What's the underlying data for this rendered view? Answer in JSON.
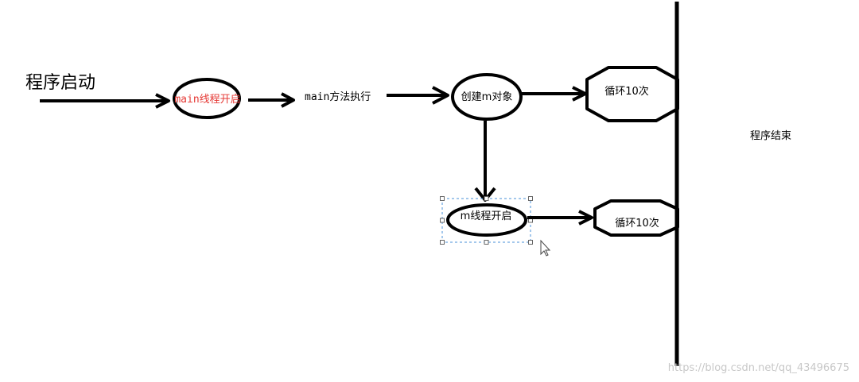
{
  "diagram": {
    "title": "程序启动",
    "main_thread_start": "main线程开启",
    "main_method_exec": "main方法执行",
    "create_m_object": "创建m对象",
    "loop_top": "循环10次",
    "m_thread_start": "m线程开启",
    "loop_bottom": "循环10次",
    "program_end": "程序结束",
    "watermark": "https://blog.csdn.net/qq_43496675"
  },
  "colors": {
    "stroke": "#000000",
    "highlight_text": "#e53935",
    "selection": "#4a90d9",
    "watermark": "#c8c8c8"
  }
}
